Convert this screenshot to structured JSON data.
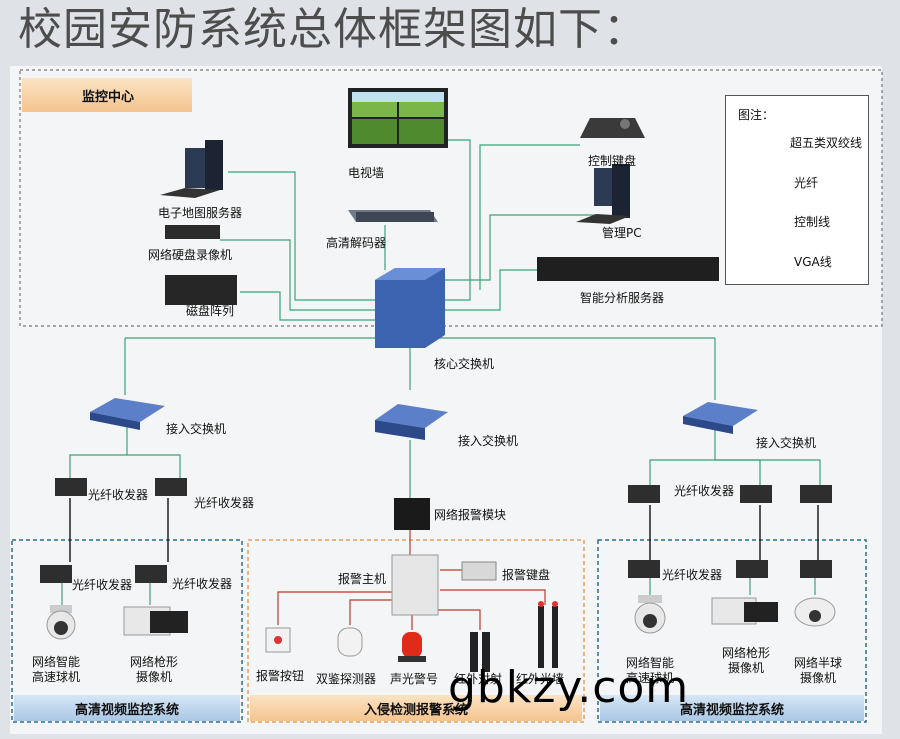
{
  "title": "校园安防系统总体框架图如下：",
  "monitor_center": {
    "header": "监控中心",
    "tv_wall": "电视墙",
    "control_keyboard": "控制键盘",
    "emap_server": "电子地图服务器",
    "nvr": "网络硬盘录像机",
    "hd_decoder": "高清解码器",
    "mgmt_pc": "管理PC",
    "disk_array": "磁盘阵列",
    "analysis_server": "智能分析服务器"
  },
  "legend": {
    "title": "图注：",
    "items": [
      {
        "label": "超五类双绞线",
        "color": "#3aa37a"
      },
      {
        "label": "光纤",
        "color": "#111111"
      },
      {
        "label": "控制线",
        "color": "#c0392b"
      },
      {
        "label": "VGA线",
        "color": "#8e2a2a"
      }
    ]
  },
  "core_switch": "核心交换机",
  "access_switch_left": "接入交换机",
  "access_switch_mid": "接入交换机",
  "access_switch_right": "接入交换机",
  "fiber_rx": "光纤收发器",
  "alarm_module": "网络报警模块",
  "left_system": {
    "header": "高清视频监控系统",
    "dome": "网络智能\n高速球机",
    "bullet": "网络枪形\n摄像机"
  },
  "mid_system": {
    "header": "入侵检测报警系统",
    "alarm_host": "报警主机",
    "alarm_keyboard": "报警键盘",
    "panic_button": "报警按钮",
    "dual_detector": "双鉴探测器",
    "strobe_siren": "声光警号",
    "ir_emitter": "红外对射",
    "ir_fence": "红外光墙"
  },
  "right_system": {
    "header": "高清视频监控系统",
    "dome": "网络智能\n高速球机",
    "bullet": "网络枪形\n摄像机",
    "halfdome": "网络半球\n摄像机"
  },
  "watermark": "gbkzy.com"
}
